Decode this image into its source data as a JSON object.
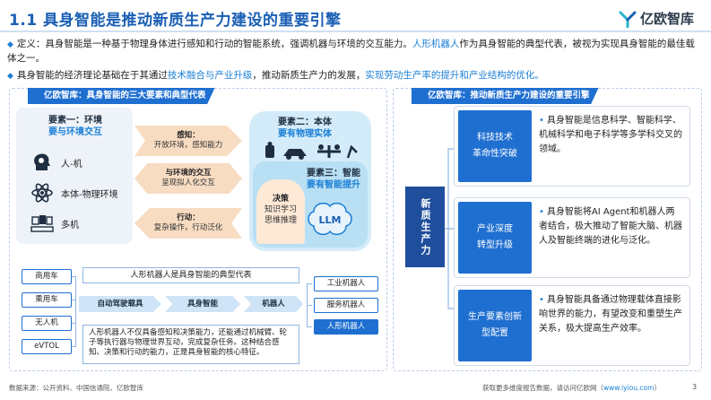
{
  "header": {
    "title": "1.1 具身智能是推动新质生产力建设的重要引擎",
    "logo_text": "亿欧智库",
    "brand_color": "#1a5fb4"
  },
  "bullets": {
    "b1_a": "定义：具身智能是一种基于物理身体进行感知和行动的智能系统，强调机器与环境的交互能力。",
    "b1_hl": "人形机器人",
    "b1_b": "作为具身智能的典型代表，被视为实现具身智能的最佳载体之一。",
    "b2_a": "具身智能的经济理论基础在于其通过",
    "b2_hl1": "技术融合与产业升级",
    "b2_b": "，推动新质生产力的发展，",
    "b2_hl2": "实现劳动生产率的提升和产业结构的优化。"
  },
  "left_panel": {
    "head": "亿欧智库：具身智能的三大要素和典型代表",
    "el1_title": "要素一：环境",
    "el1_sub": "要与环境交互",
    "el1_items": [
      "人-机",
      "本体-物理环境",
      "多机"
    ],
    "arrow1_title": "感知：",
    "arrow1_text": "开放环境，感知能力",
    "arrow2_title": "与环境的交互",
    "arrow2_text": "呈现拟人化交互",
    "arrow3_title": "行动：",
    "arrow3_text": "复杂操作，行动泛化",
    "el2_title": "要素二：本体",
    "el2_sub": "要有物理实体",
    "el3_title": "要素三：智能",
    "el3_sub": "要有智能提升",
    "decide_title": "决策",
    "decide_text1": "知识学习",
    "decide_text2": "思维推理",
    "llm": "LLM",
    "center_box": "人形机器人是具身智能的典型代表",
    "left_boxes": [
      "商用车",
      "乘用车",
      "无人机",
      "eVTOL"
    ],
    "flow_left": "自动驾驶载具",
    "flow_center": "具身智能",
    "flow_right": "机器人",
    "right_boxes": [
      "工业机器人",
      "服务机器人",
      "人形机器人"
    ],
    "desc": "人形机器人不仅具备感知和决策能力，还能通过机械臂、轮子等执行器与物理世界互动，完成复杂任务。这种结合感知、决策和行动的能力，正是具身智能的核心特征。"
  },
  "right_panel": {
    "head": "亿欧智库：推动新质生产力建设的重要引擎",
    "center": "新质生产力",
    "cards": [
      {
        "label": "科技技术\n革命性突破",
        "text": "具身智能是信息科学、智能科学、机械科学和电子科学等多学科交叉的领域。"
      },
      {
        "label": "产业深度\n转型升级",
        "text": "具身智能将AI Agent和机器人两者结合，极大推动了智能大脑、机器人及智能终端的进化与泛化。"
      },
      {
        "label": "生产要素创新\n型配置",
        "text": "具身智能具备通过物理载体直接影响世界的能力，有望改变和重塑生产关系，极大提高生产效率。"
      }
    ]
  },
  "footer": {
    "source": "数据来源：公开资料、中国信通院、亿欧智库",
    "right_text": "获取更多维度报告数据，请访问亿欧网（",
    "link": "www.iyiou.com",
    "right_end": "）",
    "page": "3"
  }
}
